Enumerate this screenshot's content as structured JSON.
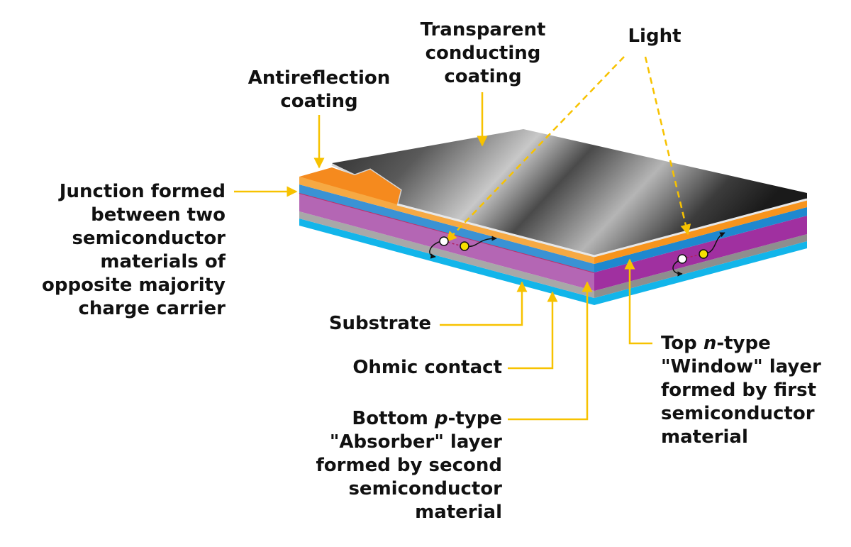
{
  "colors": {
    "leader": "#F7C200",
    "antireflection": "#F58A1E",
    "window_layer": "#1E88CF",
    "junction": "#F6A943",
    "absorber": "#A030A0",
    "ohmic_contact": "#A8A8A8",
    "substrate": "#12B5EA",
    "conducting_coating": "#3a3a3a"
  },
  "labels": {
    "transparent_coating": [
      "Transparent",
      "conducting",
      "coating"
    ],
    "light": "Light",
    "antireflection": [
      "Antireflection",
      "coating"
    ],
    "junction": [
      "Junction formed",
      "between two",
      "semiconductor",
      "materials of",
      "opposite majority",
      "charge carrier"
    ],
    "substrate": "Substrate",
    "ohmic_contact": "Ohmic contact",
    "bottom_absorber": {
      "line1_pre": "Bottom ",
      "line1_italic": "p",
      "line1_post": "-type",
      "rest": [
        "\"Absorber\" layer",
        "formed by second",
        "semiconductor",
        "material"
      ]
    },
    "top_window": {
      "line1_pre": "Top ",
      "line1_italic": "n",
      "line1_post": "-type",
      "rest": [
        "\"Window\" layer",
        "formed by first",
        "semiconductor",
        "material"
      ]
    }
  }
}
